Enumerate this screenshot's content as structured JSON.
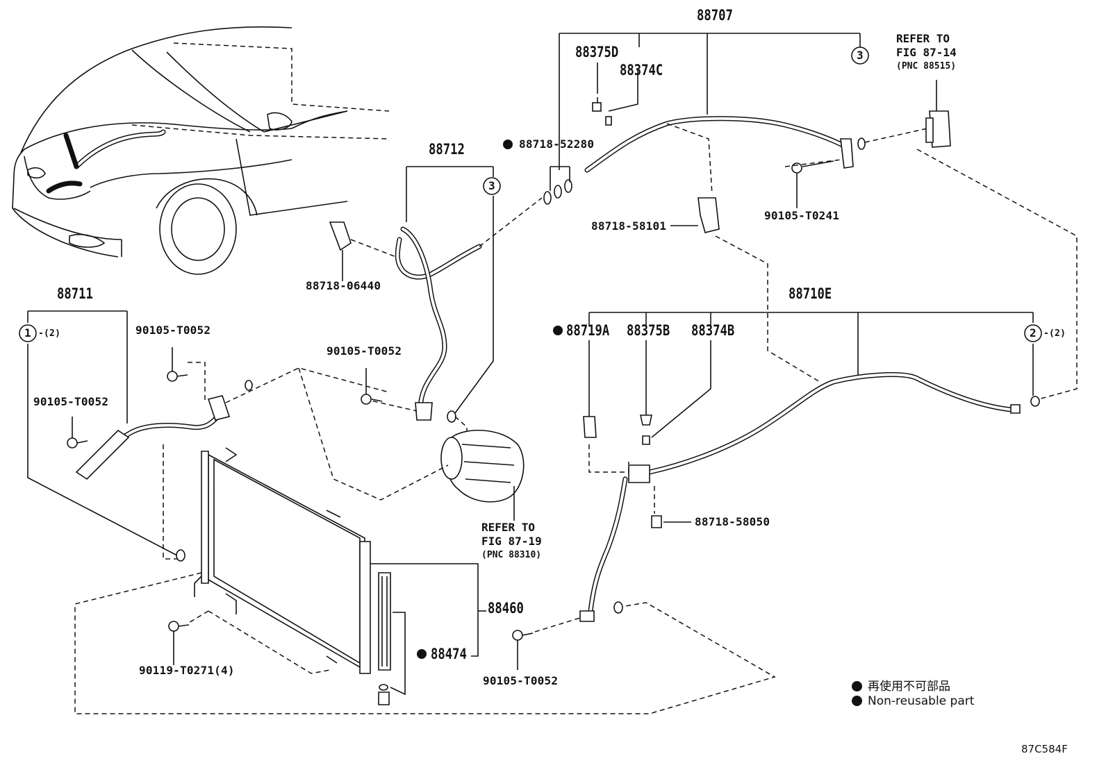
{
  "groups": {
    "g88707": "88707",
    "g88712": "88712",
    "g88711": "88711",
    "g88710E": "88710E",
    "g88460": "88460",
    "g88474": "88474",
    "g88375D": "88375D",
    "g88374C": "88374C",
    "g88719A": "88719A",
    "g88375B": "88375B",
    "g88374B": "88374B"
  },
  "parts": {
    "p88718_52280": "88718-52280",
    "p88718_06440": "88718-06440",
    "p88718_58101": "88718-58101",
    "p90105_T0241": "90105-T0241",
    "p90105_T0052_a": "90105-T0052",
    "p90105_T0052_b": "90105-T0052",
    "p90105_T0052_c": "90105-T0052",
    "p90105_T0052_d": "90105-T0052",
    "p90119_T0271": "90119-T0271(4)",
    "p88718_58050": "88718-58050"
  },
  "refs": {
    "ref1": [
      "REFER TO",
      "FIG 87-14",
      "(PNC 88515)"
    ],
    "ref2": [
      "REFER TO",
      "FIG 87-19",
      "(PNC 88310)"
    ]
  },
  "callouts": {
    "c1": "1",
    "c1_qty": "-(2)",
    "c2": "2",
    "c2_qty": "-(2)",
    "c3a": "3",
    "c3b": "3"
  },
  "legend": {
    "jp": "再使用不可部品",
    "en": "Non-reusable part"
  },
  "figure_code": "87C584F"
}
